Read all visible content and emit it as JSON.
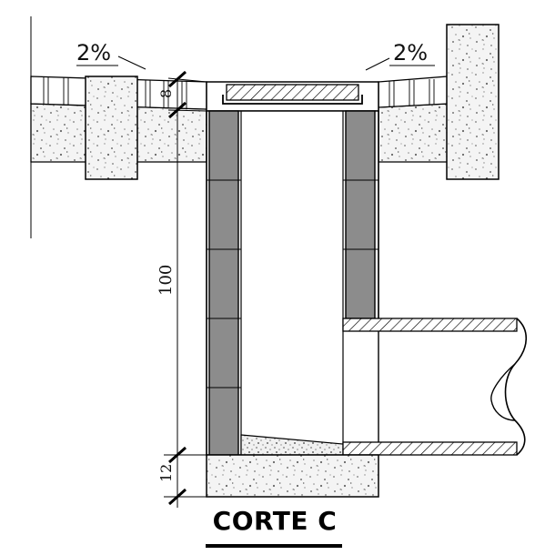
{
  "title": "CORTE C",
  "slope_left": "2%",
  "slope_right": "2%",
  "dim_cover": "8",
  "dim_depth": "100",
  "dim_base": "12",
  "colors": {
    "line": "#000000",
    "brick": "#8c8c8c",
    "concrete_fill": "#f4f4f4",
    "speckle": "#777777"
  }
}
